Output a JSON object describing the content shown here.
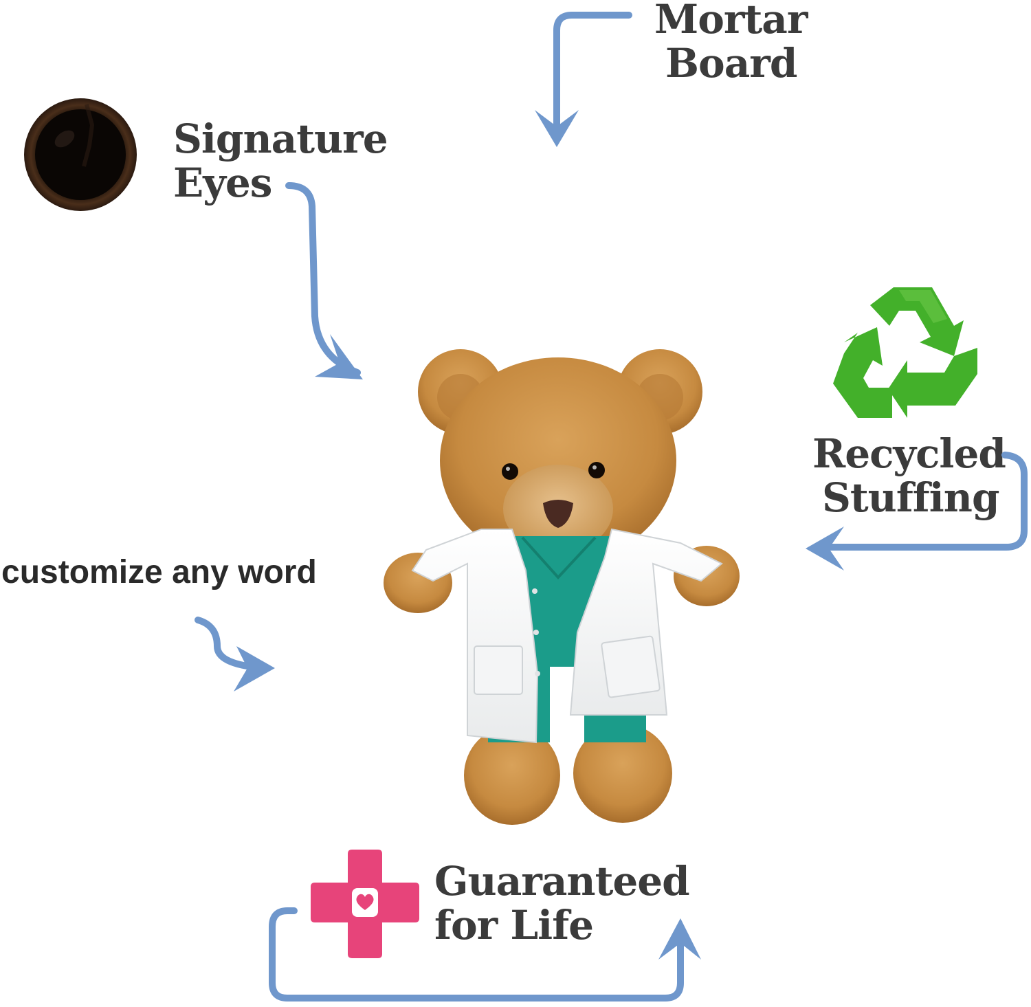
{
  "features": {
    "mortar_board": {
      "line1": "Mortar",
      "line2": "Board"
    },
    "signature_eyes": {
      "line1": "Signature",
      "line2": "Eyes"
    },
    "recycled_stuffing": {
      "line1": "Recycled",
      "line2": "Stuffing"
    },
    "customize": {
      "text": "customize any word"
    },
    "guaranteed": {
      "line1": "Guaranteed",
      "line2": "for Life"
    }
  },
  "icons": {
    "eye": "eye-icon",
    "recycle": "recycle-icon",
    "medical_cross": "medical-cross-heart-icon",
    "bear": "teddy-bear-doctor-image"
  },
  "colors": {
    "arrow": "#6f97cc",
    "text": "#3b3b3b",
    "recycle_green": "#43b02a",
    "cross_pink": "#e7447a",
    "bear_fur": "#c98a3e",
    "scrubs": "#1b9c8a"
  }
}
